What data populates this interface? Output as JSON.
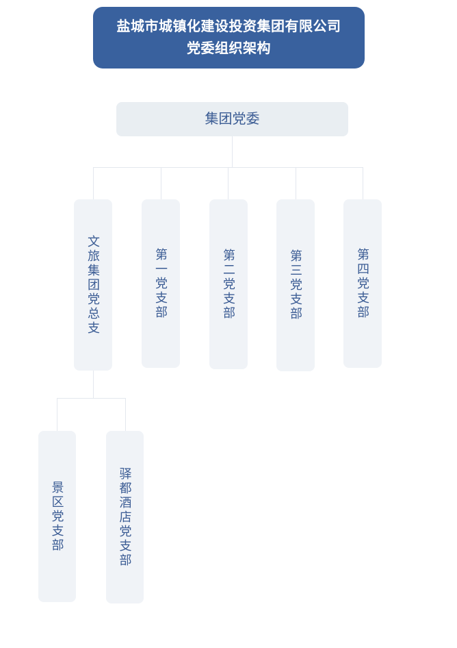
{
  "document": {
    "type": "organization-chart",
    "orientation": "top-down"
  },
  "title_banner": {
    "line1": "盐城市城镇化建设投资集团有限公司",
    "line2": "党委组织架构",
    "text": "盐城市城镇化建设投资集团有限公司\n党委组织架构",
    "background_color": "#39619E",
    "text_color": "#FFFFFF"
  },
  "theme": {
    "node_fill": "#F0F3F7",
    "node_fill_root": "#E9EEF2",
    "node_text_color": "#3B5C94",
    "connector_color": "#E3E7EE",
    "page_background": "#FFFFFF"
  },
  "nodes": {
    "root": {
      "id": "group-party-committee",
      "label": "集团党委",
      "level": 1
    },
    "level2": [
      {
        "id": "culture-tourism-group-party-general-branch",
        "label": "文旅集团党总支",
        "level": 2
      },
      {
        "id": "first-party-branch",
        "label": "第一党支部",
        "level": 2
      },
      {
        "id": "second-party-branch",
        "label": "第二党支部",
        "level": 2
      },
      {
        "id": "third-party-branch",
        "label": "第三党支部",
        "level": 2
      },
      {
        "id": "fourth-party-branch",
        "label": "第四党支部",
        "level": 2
      }
    ],
    "level3": [
      {
        "id": "scenic-area-party-branch",
        "label": "景区党支部",
        "level": 3,
        "parent": "culture-tourism-group-party-general-branch"
      },
      {
        "id": "yidu-hotel-party-branch",
        "label": "驿都酒店党支部",
        "level": 3,
        "parent": "culture-tourism-group-party-general-branch"
      }
    ]
  }
}
